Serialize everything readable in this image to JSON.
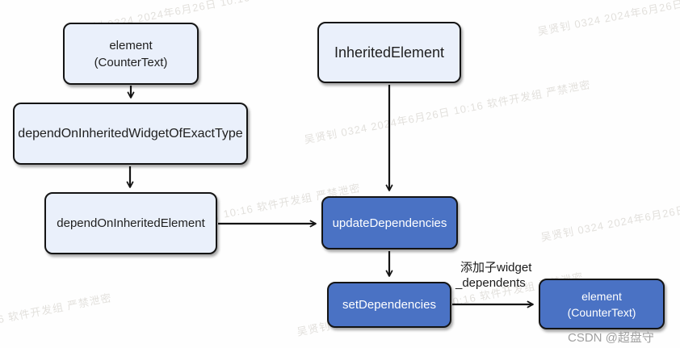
{
  "watermark": {
    "line1": "吴贤钊 0324 2024年6月26日 10:16",
    "line2": "软件开发组 严禁泄密"
  },
  "credit": "CSDN @超盘守",
  "diagram": {
    "nodes": {
      "element_top": {
        "line1": "element",
        "line2": "(CounterText)"
      },
      "inherited_element": {
        "label": "InheritedElement"
      },
      "depend_widget": {
        "label": "dependOnInheritedWidgetOfExactType"
      },
      "depend_element": {
        "label": "dependOnInheritedElement"
      },
      "update_dependencies": {
        "label": "updateDependencies"
      },
      "set_dependencies": {
        "label": "setDependencies"
      },
      "element_bottom": {
        "line1": "element",
        "line2": "(CounterText)"
      }
    },
    "edge_label": {
      "line1": "添加子widget",
      "line2": "_dependents"
    },
    "edges": [
      "element_top -> depend_widget",
      "depend_widget -> depend_element",
      "depend_element -> update_dependencies",
      "inherited_element -> update_dependencies",
      "update_dependencies -> set_dependencies",
      "set_dependencies -> element_bottom"
    ]
  },
  "colors": {
    "box_light": "#eaf0fb",
    "box_blue": "#4a72c4",
    "border": "#141414",
    "arrow": "#141414",
    "watermark": "#e4e0d8",
    "credit": "#a0a0a0"
  }
}
